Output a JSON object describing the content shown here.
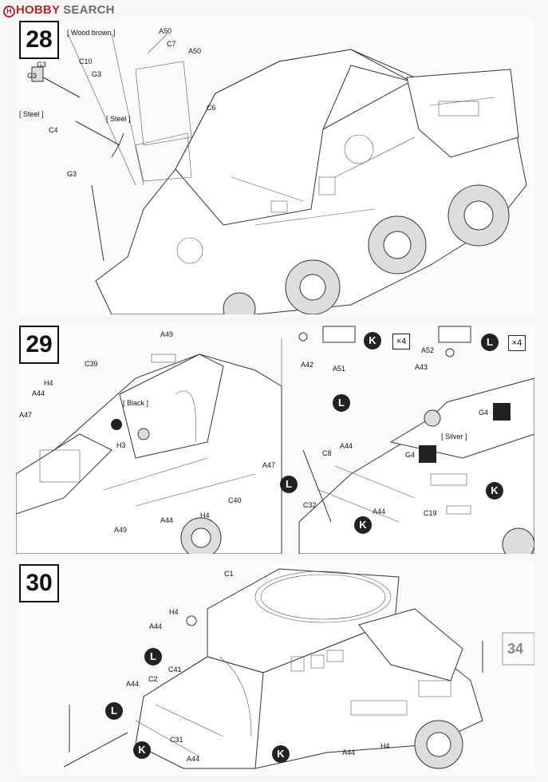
{
  "watermark": {
    "brand": "HOBBY",
    "search": "SEARCH"
  },
  "steps": {
    "s28": {
      "number": "28",
      "labels": {
        "wood_brown": "[ Wood brown ]",
        "a50a": "A50",
        "c7": "C7",
        "a50b": "A50",
        "c6": "C6",
        "g3a": "G3",
        "c10": "C10",
        "g3b": "G3",
        "g3c": "G3",
        "g3d": "G3",
        "steel_a": "[ Steel ]",
        "steel_b": "[ Steel ]",
        "c4": "C4"
      }
    },
    "s29": {
      "number": "29",
      "labels": {
        "a49a": "A49",
        "c39": "C39",
        "h4a": "H4",
        "a44a": "A44",
        "a47a": "A47",
        "black": "[ Black ]",
        "h3": "H3",
        "a47b": "A47",
        "c40": "C40",
        "a49b": "A49",
        "a44b": "A44",
        "h4b": "H4",
        "a42": "A42",
        "a51": "A51",
        "a52": "A52",
        "a43": "A43",
        "g4a": "G4",
        "silver": "[ Silver ]",
        "g4b": "G4",
        "a44c": "A44",
        "c8": "C8",
        "c32": "C32",
        "a44d": "A44",
        "c19": "C19",
        "mult_k": "×4",
        "mult_l": "×4"
      },
      "marks": {
        "k1": "K",
        "l1": "L",
        "l2": "L",
        "l3": "L",
        "k2": "K",
        "k3": "K"
      }
    },
    "s30": {
      "number": "30",
      "labels": {
        "c1": "C1",
        "h4a": "H4",
        "a44a": "A44",
        "c41": "C41",
        "c2": "C2",
        "a44b": "A44",
        "c31": "C31",
        "a44c": "A44",
        "a44d": "A44",
        "h4b": "H4",
        "side": "34"
      },
      "marks": {
        "l1": "L",
        "l2": "L",
        "k1": "K",
        "k2": "K"
      }
    }
  }
}
